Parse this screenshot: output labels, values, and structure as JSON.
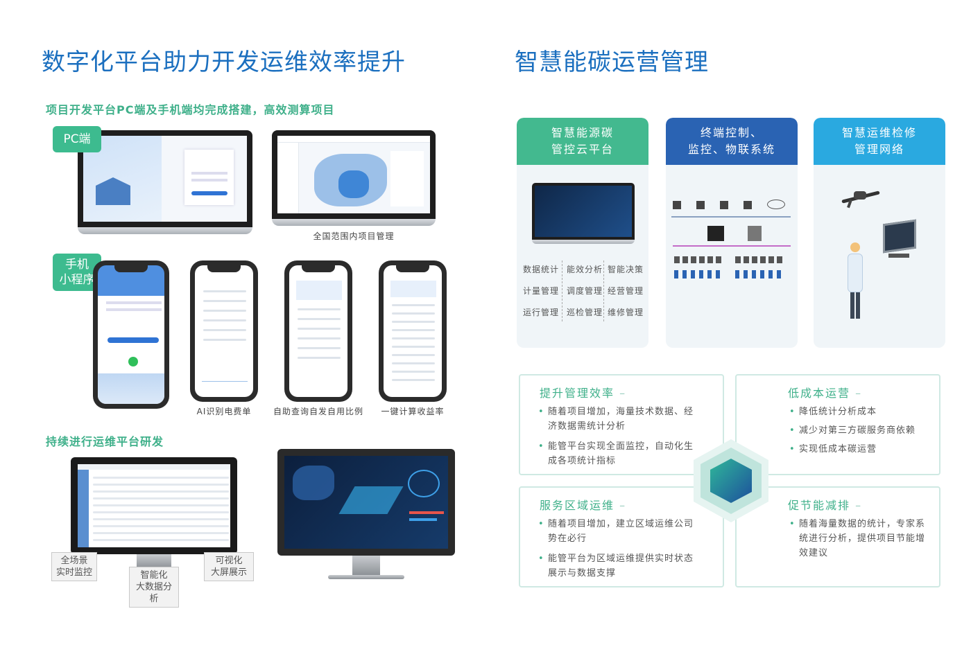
{
  "left": {
    "title": "数字化平台助力开发运维效率提升",
    "section1_title": "项目开发平台PC端及手机端均完成搭建，高效测算项目",
    "pc_tag": "PC端",
    "pc_caption": "全国范围内项目管理",
    "mobile_tag_line1": "手机",
    "mobile_tag_line2": "小程序",
    "phone_captions": [
      "AI识别电费单",
      "自助查询自发自用比例",
      "一键计算收益率"
    ],
    "section2_title": "持续进行运维平台研发",
    "monitor_tags": [
      {
        "line1": "全场景",
        "line2": "实时监控"
      },
      {
        "line1": "智能化",
        "line2": "大数据分析"
      },
      {
        "line1": "可视化",
        "line2": "大屏展示"
      }
    ]
  },
  "right": {
    "title": "智慧能碳运营管理",
    "cards": [
      {
        "line1": "智慧能源碳",
        "line2": "管控云平台",
        "color": "#43b98f"
      },
      {
        "line1": "终端控制、",
        "line2": "监控、物联系统",
        "color": "#2a63b3"
      },
      {
        "line1": "智慧运维检修",
        "line2": "管理网络",
        "color": "#2aa9e0"
      }
    ],
    "functions": [
      [
        "数据统计",
        "能效分析",
        "智能决策"
      ],
      [
        "计量管理",
        "调度管理",
        "经营管理"
      ],
      [
        "运行管理",
        "巡检管理",
        "维修管理"
      ]
    ],
    "benefits": [
      {
        "title": "提升管理效率",
        "items": [
          "随着项目增加，海量技术数据、经济数据需统计分析",
          "能管平台实现全面监控，自动化生成各项统计指标"
        ]
      },
      {
        "title": "低成本运营",
        "items": [
          "降低统计分析成本",
          "减少对第三方碳服务商依赖",
          "实现低成本碳运营"
        ]
      },
      {
        "title": "服务区域运维",
        "items": [
          "随着项目增加，建立区域运维公司势在必行",
          "能管平台为区域运维提供实时状态展示与数据支撑"
        ]
      },
      {
        "title": "促节能减排",
        "items": [
          "随着海量数据的统计，专家系统进行分析，提供项目节能增效建议"
        ]
      }
    ]
  }
}
